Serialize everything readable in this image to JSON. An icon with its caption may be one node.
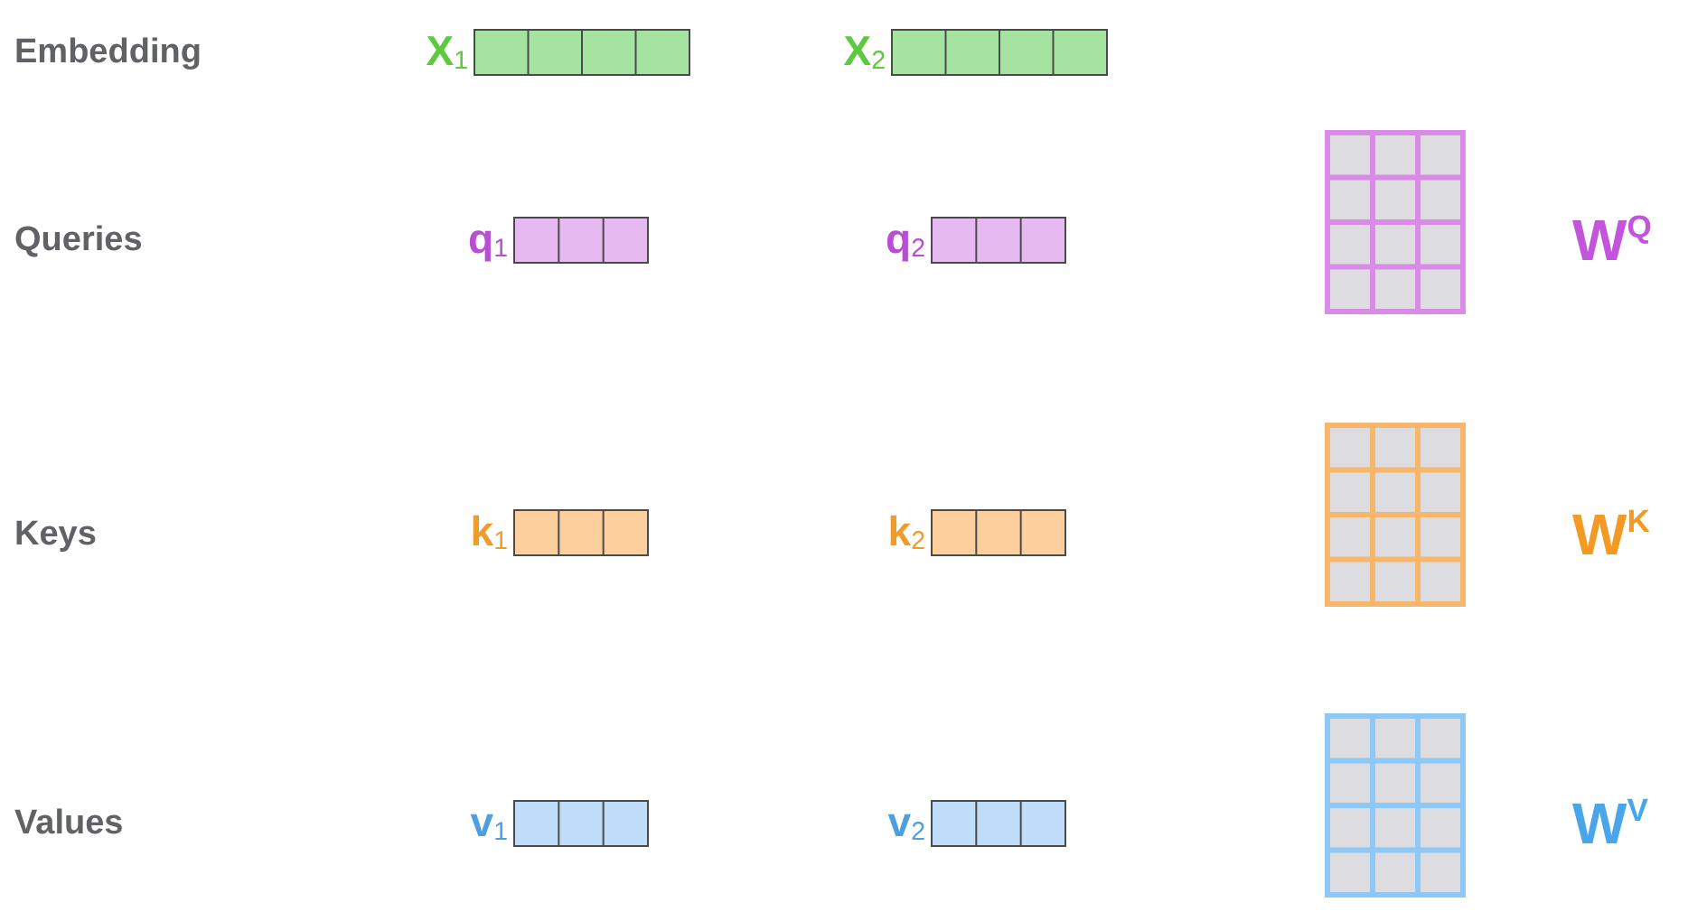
{
  "diagram": {
    "nodes": [
      {
        "text": [],
        "shape": "bar",
        "beside": [
          "X$_{1}$"
        ]
      },
      {
        "text": [],
        "shape": "bar",
        "beside": [
          "X$_{2}$"
        ]
      },
      {
        "text": [],
        "shape": "bar",
        "beside": [
          "q$_{1}$"
        ]
      },
      {
        "text": [],
        "shape": "bar",
        "beside": [
          "q$_{2}$"
        ]
      },
      {
        "text": [],
        "shape": "grid",
        "beside": [
          "W$^{Q}$"
        ]
      },
      {
        "text": [],
        "shape": "bar",
        "beside": [
          "k$_{1}$"
        ]
      },
      {
        "text": [],
        "shape": "bar",
        "beside": [
          "k$_{2}$"
        ]
      },
      {
        "text": [],
        "shape": "grid",
        "beside": [
          "W$^{K}$"
        ]
      },
      {
        "text": [],
        "shape": "bar",
        "beside": [
          "v$_{1}$"
        ]
      },
      {
        "text": [],
        "shape": "bar",
        "beside": [
          "v$_{2}$"
        ]
      },
      {
        "text": [],
        "shape": "grid",
        "beside": [
          "W$^{V}$"
        ]
      }
    ],
    "labels": [
      "Embedding",
      "Queries",
      "Keys",
      "Values"
    ]
  }
}
